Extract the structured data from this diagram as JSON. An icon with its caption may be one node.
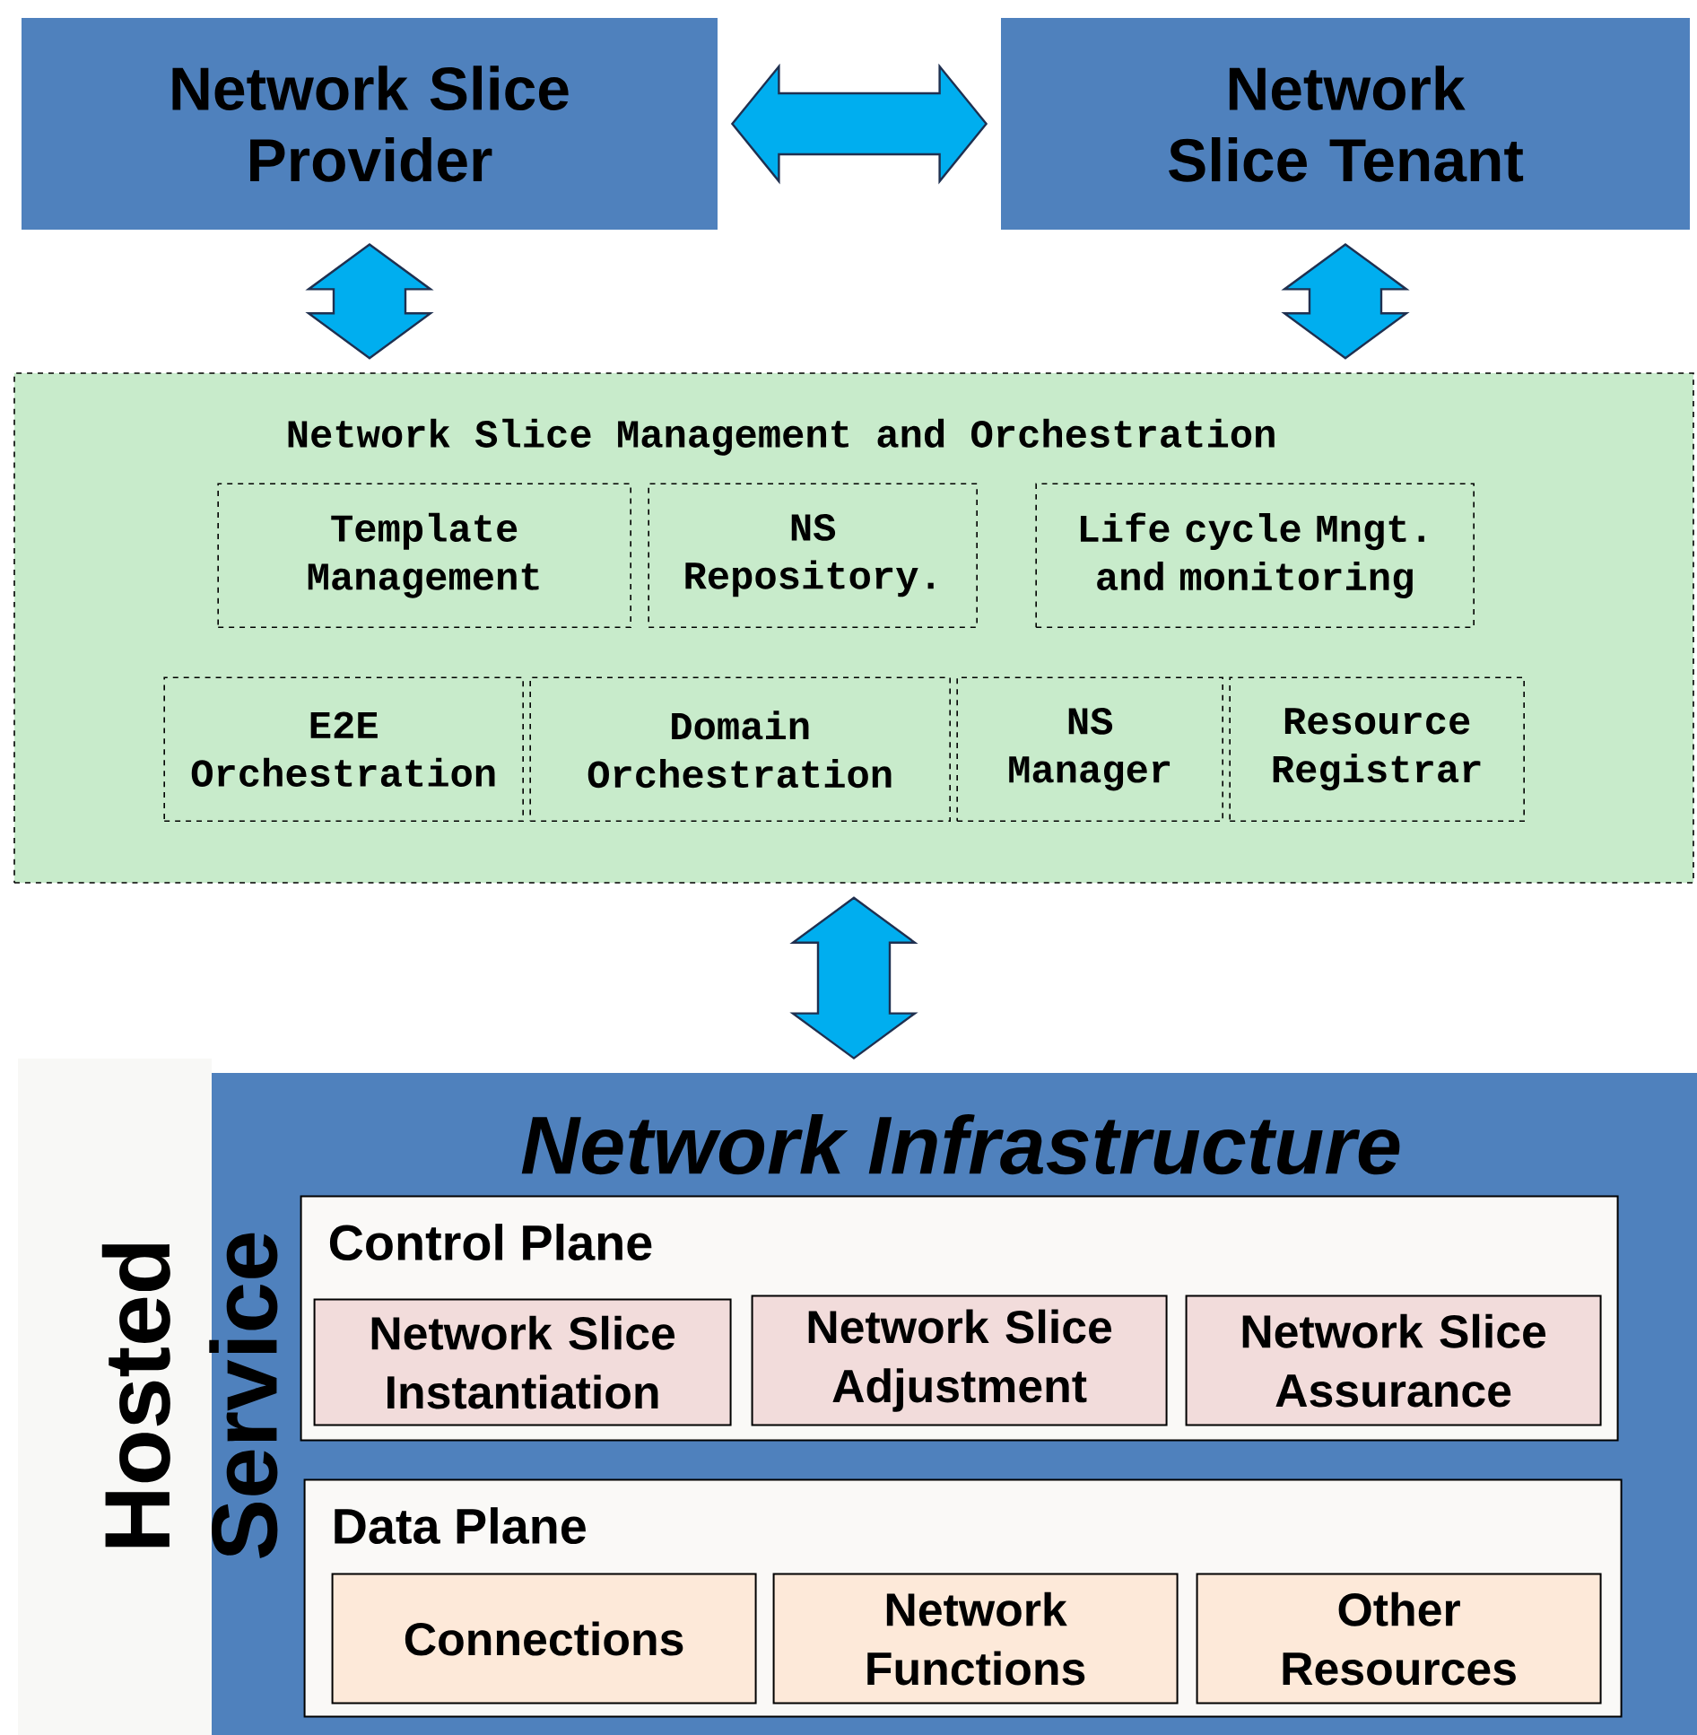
{
  "diagram": {
    "nodes": [
      {
        "text": [
          "Network Slice Provider"
        ]
      },
      {
        "text": [
          "Network Slice Tenant"
        ]
      },
      {
        "text": [
          "Network Slice Management and Orchestration"
        ]
      },
      {
        "text": [
          "Template Management"
        ],
        "in": 2
      },
      {
        "text": [
          "NS Repository."
        ],
        "in": 2
      },
      {
        "text": [
          "Life cycle Mngt. and monitoring"
        ],
        "in": 2
      },
      {
        "text": [
          "E2E Orchestration"
        ],
        "in": 2
      },
      {
        "text": [
          "Domain Orchestration"
        ],
        "in": 2
      },
      {
        "text": [
          "NS Manager"
        ],
        "in": 2
      },
      {
        "text": [
          "Resource Registrar"
        ],
        "in": 2
      },
      {
        "text": [
          "Hosted Service"
        ]
      },
      {
        "text": [
          "Network Infrastructure"
        ]
      },
      {
        "text": [
          "Control Plane"
        ],
        "in": 11
      },
      {
        "text": [
          "Network Slice Instantiation"
        ],
        "in": 12
      },
      {
        "text": [
          "Network Slice Adjustment"
        ],
        "in": 12
      },
      {
        "text": [
          "Network Slice Assurance"
        ],
        "in": 12
      },
      {
        "text": [
          "Data Plane"
        ],
        "in": 11
      },
      {
        "text": [
          "Connections"
        ],
        "in": 16
      },
      {
        "text": [
          "Network Functions"
        ],
        "in": 16
      },
      {
        "text": [
          "Other Resources"
        ],
        "in": 16
      }
    ],
    "edges": [
      {
        "from": 0,
        "to": 1,
        "arrow": "both"
      },
      {
        "from": 0,
        "to": 2,
        "arrow": "both"
      },
      {
        "from": 1,
        "to": 2,
        "arrow": "both"
      },
      {
        "from": 2,
        "to": 11,
        "arrow": "both"
      }
    ]
  }
}
